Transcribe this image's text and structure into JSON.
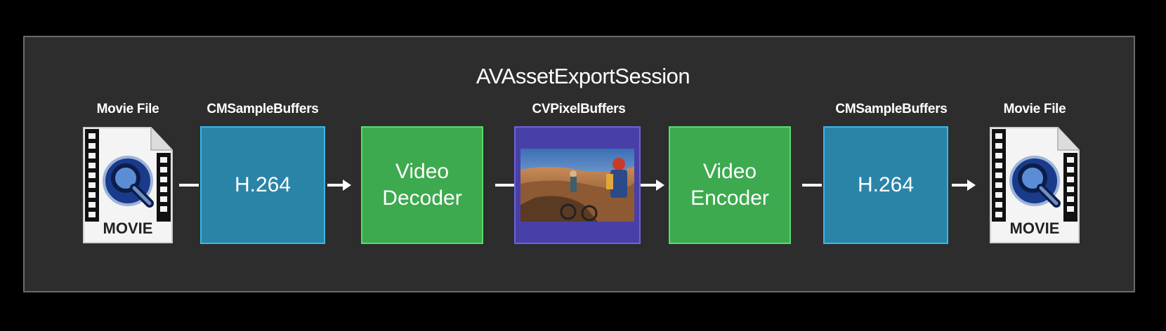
{
  "title": "AVAssetExportSession",
  "labels": {
    "movie_in": "Movie File",
    "samples_in": "CMSampleBuffers",
    "pixels": "CVPixelBuffers",
    "samples_out": "CMSampleBuffers",
    "movie_out": "Movie File"
  },
  "boxes": {
    "codec_in": "H.264",
    "decoder_line1": "Video",
    "decoder_line2": "Decoder",
    "encoder_line1": "Video",
    "encoder_line2": "Encoder",
    "codec_out": "H.264"
  },
  "file_icon_text": "MOVIE",
  "colors": {
    "background": "#000000",
    "panel": "#2d2d2d",
    "codec": "#2a84a8",
    "stage": "#3daa4f",
    "pixel": "#4840a8"
  },
  "icons": [
    "quicktime-movie-file-icon",
    "arrow-right-icon",
    "mountain-bike-photo"
  ]
}
